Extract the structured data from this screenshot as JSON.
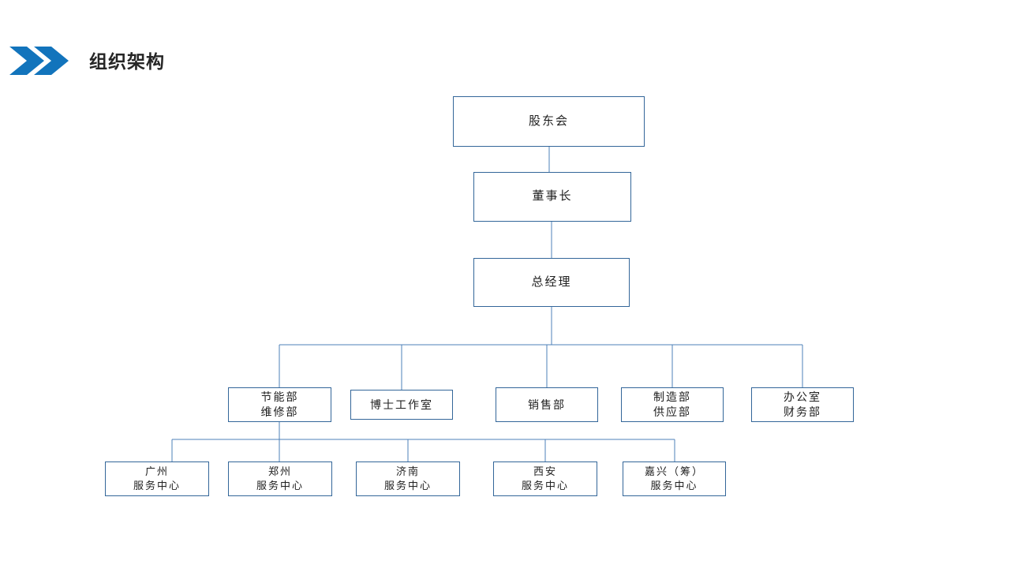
{
  "header": {
    "title": "组织架构",
    "icon": "double-chevron-right-icon",
    "icon_color": "#1274BC",
    "title_color": "#262626"
  },
  "theme": {
    "background": "#FFFFFF",
    "node_border": "#336699",
    "connector": "#4E81B8",
    "node_fill": "#FFFFFF",
    "node_text": "#202020"
  },
  "chart_data": {
    "type": "diagram",
    "title": "组织架构",
    "levels": [
      {
        "name": "level-1",
        "nodes": [
          {
            "id": "shareholders",
            "line1": "股东会",
            "line2": ""
          }
        ]
      },
      {
        "name": "level-2",
        "nodes": [
          {
            "id": "chairman",
            "line1": "董事长",
            "line2": ""
          }
        ]
      },
      {
        "name": "level-3",
        "nodes": [
          {
            "id": "gm",
            "line1": "总经理",
            "line2": ""
          }
        ]
      },
      {
        "name": "level-4-departments",
        "nodes": [
          {
            "id": "dept-0",
            "line1": "节能部",
            "line2": "维修部"
          },
          {
            "id": "dept-1",
            "line1": "博士工作室",
            "line2": ""
          },
          {
            "id": "dept-2",
            "line1": "销售部",
            "line2": ""
          },
          {
            "id": "dept-3",
            "line1": "制造部",
            "line2": "供应部"
          },
          {
            "id": "dept-4",
            "line1": "办公室",
            "line2": "财务部"
          }
        ]
      },
      {
        "name": "level-5-service-centers",
        "nodes": [
          {
            "id": "branch-0",
            "line1": "广州",
            "line2": "服务中心"
          },
          {
            "id": "branch-1",
            "line1": "郑州",
            "line2": "服务中心"
          },
          {
            "id": "branch-2",
            "line1": "济南",
            "line2": "服务中心"
          },
          {
            "id": "branch-3",
            "line1": "西安",
            "line2": "服务中心"
          },
          {
            "id": "branch-4",
            "line1": "嘉兴（筹）",
            "line2": "服务中心"
          }
        ]
      }
    ],
    "edges": [
      {
        "from": "shareholders",
        "to": "chairman"
      },
      {
        "from": "chairman",
        "to": "gm"
      },
      {
        "from": "gm",
        "to": "dept-0"
      },
      {
        "from": "gm",
        "to": "dept-1"
      },
      {
        "from": "gm",
        "to": "dept-2"
      },
      {
        "from": "gm",
        "to": "dept-3"
      },
      {
        "from": "gm",
        "to": "dept-4"
      },
      {
        "from": "dept-0",
        "to": "branch-0"
      },
      {
        "from": "dept-0",
        "to": "branch-1"
      },
      {
        "from": "dept-0",
        "to": "branch-2"
      },
      {
        "from": "dept-0",
        "to": "branch-3"
      },
      {
        "from": "dept-0",
        "to": "branch-4"
      }
    ]
  }
}
